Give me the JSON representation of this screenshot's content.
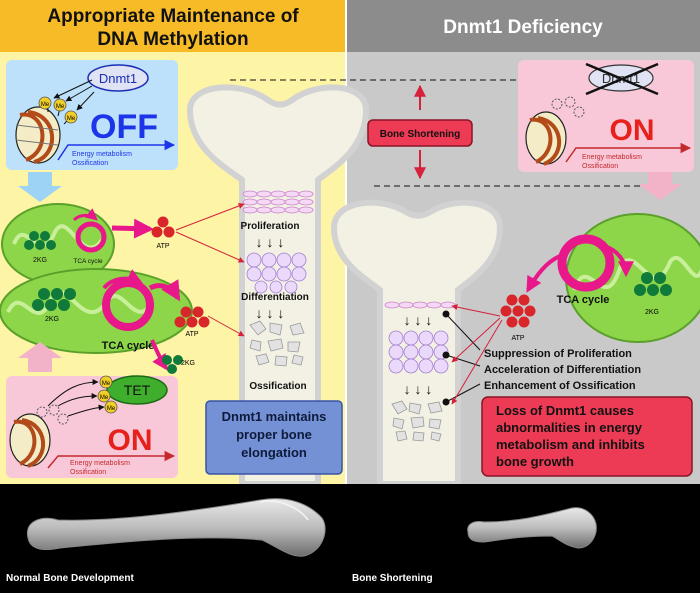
{
  "left": {
    "title": "Appropriate Maintenance of DNA Methylation",
    "title_line1": "Appropriate Maintenance of",
    "title_line2": "DNA Methylation",
    "gene_off_panel": {
      "enzyme": "Dnmt1",
      "me_label": "Me",
      "state": "OFF",
      "line1": "Energy metabolism",
      "line2": "Ossification"
    },
    "mito": {
      "tca_small": "TCA cycle",
      "tca_large": "TCA cycle",
      "kg": "2KG",
      "atp": "ATP"
    },
    "tet_panel": {
      "enzyme": "TET",
      "me_label": "Me",
      "kg": "2KG",
      "state": "ON",
      "line1": "Energy metabolism",
      "line2": "Ossification"
    },
    "growth_plate": {
      "proliferation": "Proliferation",
      "differentiation": "Differentiation",
      "ossification": "Ossification"
    },
    "summary": "Dnmt1 maintains proper bone elongation",
    "summary_lines": [
      "Dnmt1 maintains",
      "proper bone",
      "elongation"
    ],
    "caption": "Normal Bone Development"
  },
  "right": {
    "title": "Dnmt1 Deficiency",
    "bone_shortening_label": "Bone Shortening",
    "gene_on_panel": {
      "enzyme": "Dnmt1",
      "state": "ON",
      "line1": "Energy metabolism",
      "line2": "Ossification"
    },
    "mito": {
      "tca": "TCA cycle",
      "kg": "2KG",
      "atp": "ATP"
    },
    "effects": [
      "Suppression of Proliferation",
      "Acceleration of Differentiation",
      "Enhancement of Ossification"
    ],
    "summary_lines": [
      "Loss of Dnmt1 causes",
      "abnormalities in energy",
      "metabolism and inhibits",
      "bone growth"
    ],
    "caption": "Bone Shortening"
  },
  "colors": {
    "left_header": "#f7bb28",
    "left_bg": "#fdf4a6",
    "right_header": "#8c8c8c",
    "right_bg": "#c9c9c9",
    "magenta": "#e8178a",
    "off_blue": "#1c35e8",
    "on_red": "#e8201c",
    "pink_panel": "#f8c8d8",
    "blue_panel": "#bde0fb",
    "mito_green": "#8dd64a",
    "kg_green": "#0f7a3a",
    "atp_red": "#d9262a",
    "summary_left_bg": "#7591d6",
    "summary_right_bg": "#ee3b55"
  }
}
